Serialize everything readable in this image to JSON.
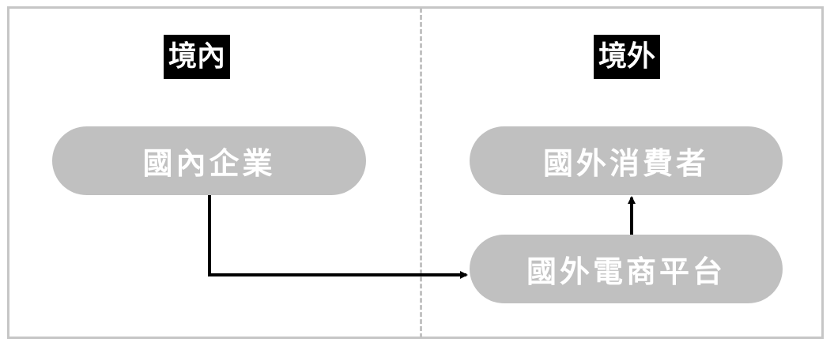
{
  "regions": {
    "domestic": "境內",
    "foreign": "境外"
  },
  "nodes": {
    "domestic_company": "國內企業",
    "foreign_consumer": "國外消費者",
    "foreign_platform": "國外電商平台"
  },
  "colors": {
    "node_fill": "#c0c0c0",
    "node_text": "#ffffff",
    "label_background": "#000000",
    "arrow": "#000000",
    "border": "#c6c6c6"
  }
}
